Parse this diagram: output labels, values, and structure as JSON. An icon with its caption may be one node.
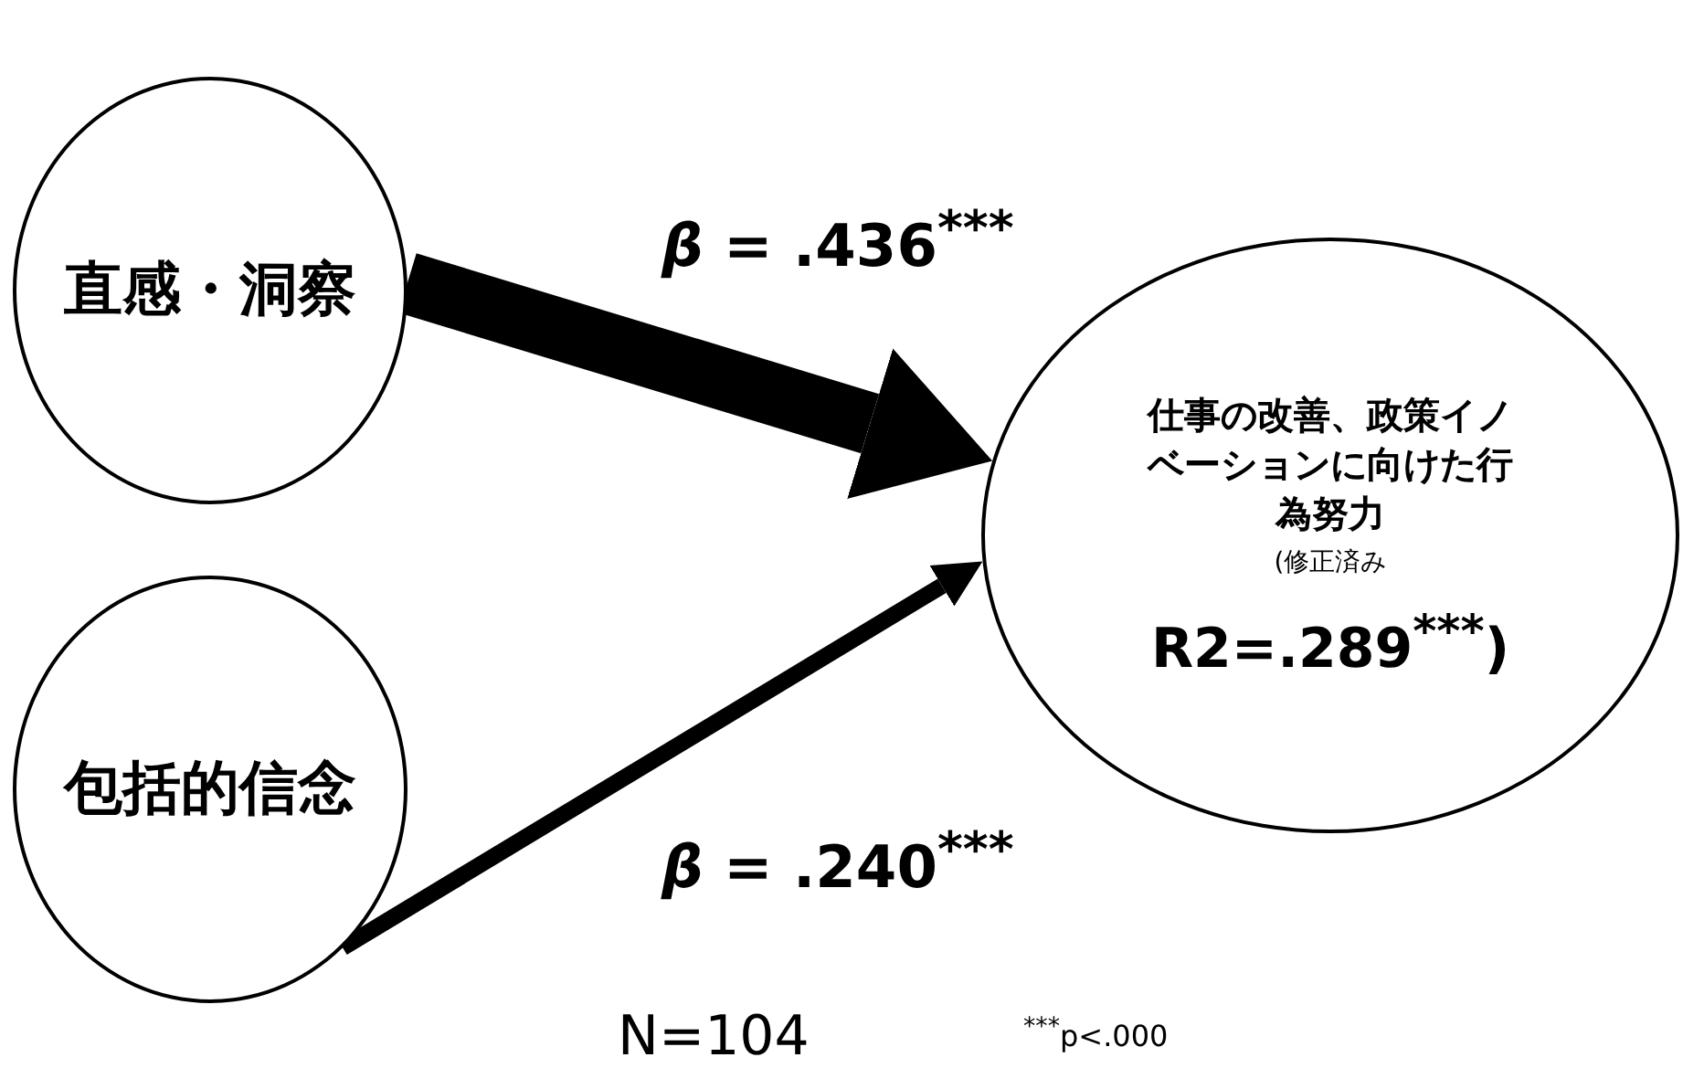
{
  "diagram": {
    "nodes": [
      {
        "text": [
          "直感・洞察"
        ]
      },
      {
        "text": [
          "包括的信念"
        ]
      },
      {
        "text": [
          "仕事の改善、政策イノベーションに向けた行為努力",
          "(修正済み",
          "R2=.289$^{***}$)"
        ]
      }
    ],
    "edges": [
      {
        "from": 0,
        "to": 2,
        "arrow": "to",
        "label": "*β* = .436$^{***}$",
        "style": "thick"
      },
      {
        "from": 1,
        "to": 2,
        "arrow": "to",
        "label": "*β* = .240$^{***}$"
      }
    ],
    "labels": [
      "N=104",
      "$^{***}$p<.000"
    ]
  }
}
